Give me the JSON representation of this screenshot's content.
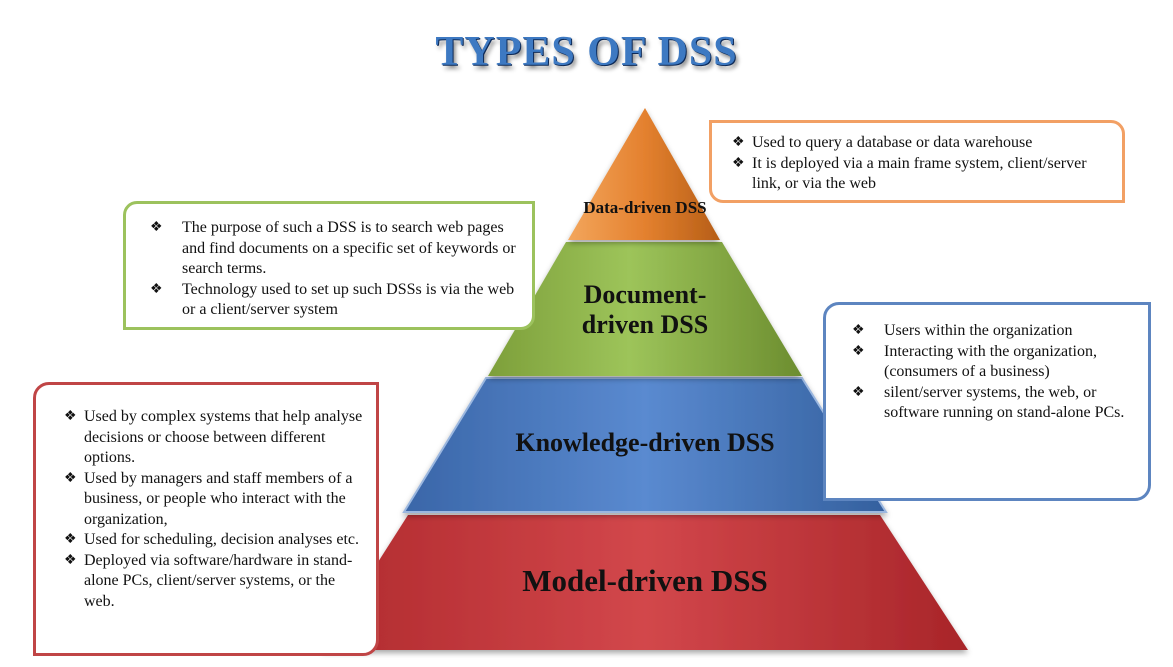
{
  "title": "TYPES OF DSS",
  "colors": {
    "title": "#3d79c2",
    "data_driven": "#e8893a",
    "document_driven": "#8db447",
    "knowledge_driven": "#4f7fc4",
    "model_driven": "#c6353a"
  },
  "bullet_icon": "diamond-bullet",
  "tiers": {
    "data": "Data-driven DSS",
    "document": "Document-driven DSS",
    "knowledge": "Knowledge-driven DSS",
    "model": "Model-driven DSS"
  },
  "callouts": {
    "data": [
      "Used to query a database or data warehouse",
      "It is deployed via a main frame system, client/server link, or via the web"
    ],
    "document": [
      "The purpose of such a DSS is to search web pages and find documents on a specific set of keywords or search terms.",
      "Technology used to set up such DSSs is via the web or a client/server system"
    ],
    "knowledge": [
      "Users within the organization",
      "Interacting with the organization, (consumers of a business)",
      "silent/server systems, the web, or software running on stand-alone PCs."
    ],
    "model": [
      "Used by complex systems that help analyse decisions or choose between different options.",
      "Used by managers and staff members of a business, or people who interact with the organization,",
      "Used for scheduling, decision analyses etc.",
      "Deployed via software/hardware in stand-alone PCs, client/server systems, or the web."
    ]
  }
}
